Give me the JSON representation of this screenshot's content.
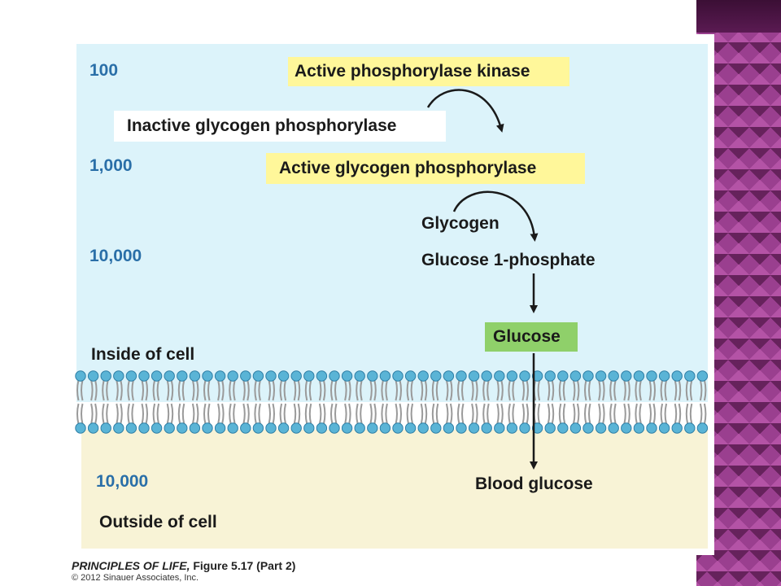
{
  "figure": {
    "counts": {
      "c100": "100",
      "c1000": "1,000",
      "c10000_inside": "10,000",
      "c10000_outside": "10,000"
    },
    "boxes": {
      "active_kinase": "Active phosphorylase kinase",
      "inactive_phosphorylase": "Inactive glycogen phosphorylase",
      "active_phosphorylase": "Active glycogen phosphorylase",
      "glucose": "Glucose"
    },
    "labels": {
      "glycogen": "Glycogen",
      "glucose_1_phosphate": "Glucose 1-phosphate",
      "inside_of_cell": "Inside of cell",
      "blood_glucose": "Blood glucose",
      "outside_of_cell": "Outside of cell"
    },
    "colors": {
      "inside": "#dcf3fa",
      "outside": "#f8f3d6",
      "yellow_box": "#fff79a",
      "green_box": "#8fd06a",
      "count_text": "#2a6fa8",
      "membrane_head": "#5ab4d6"
    }
  },
  "credit": {
    "book": "PRINCIPLES OF LIFE,",
    "figure": " Figure 5.17 (Part 2)",
    "copyright": "© 2012 Sinauer Associates, Inc."
  }
}
